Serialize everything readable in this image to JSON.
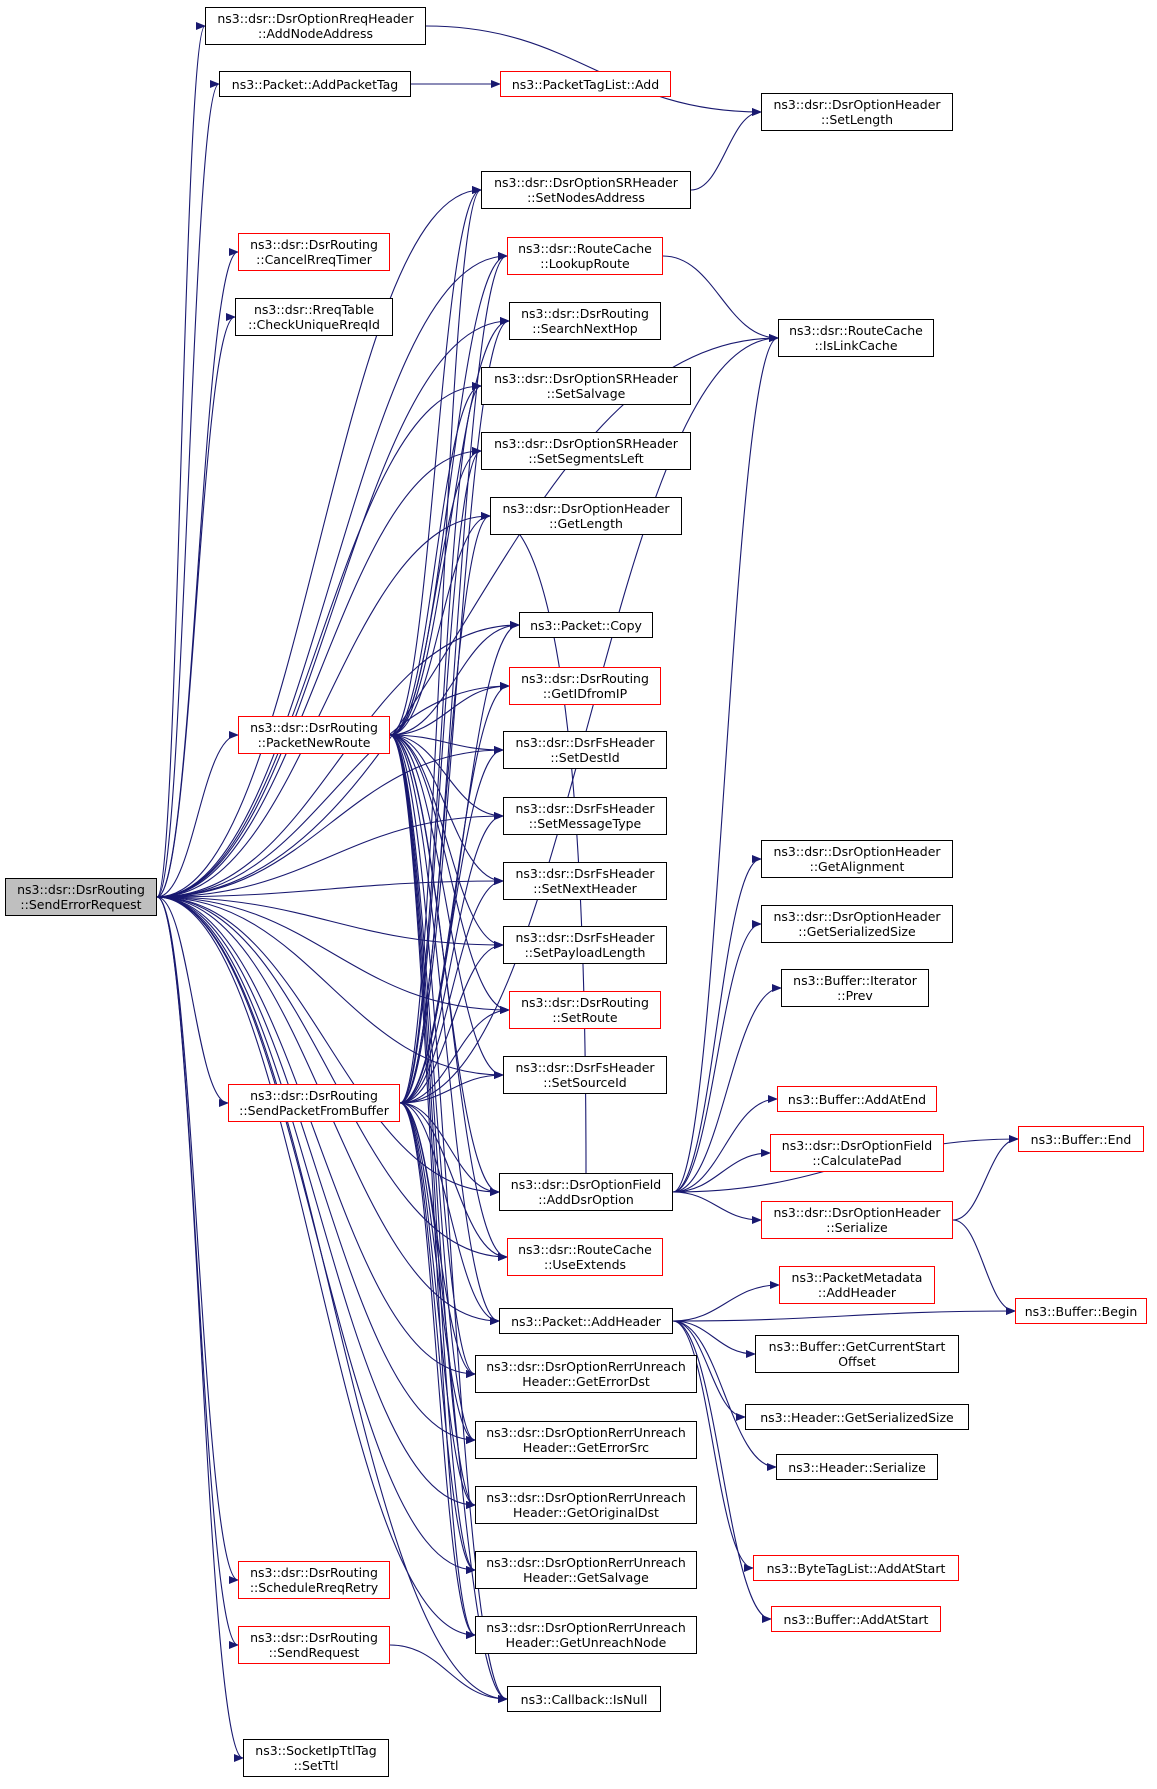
{
  "colors": {
    "edge": "#191970",
    "box_border": "#000000",
    "box_border_incomplete": "#ff0000",
    "root_fill": "#bfbfbf"
  },
  "nodes": {
    "send_error_request": {
      "lines": [
        "ns3::dsr::DsrRouting",
        "::SendErrorRequest"
      ],
      "style": "root"
    },
    "add_node_address": {
      "lines": [
        "ns3::dsr::DsrOptionRreqHeader",
        "::AddNodeAddress"
      ],
      "style": "black"
    },
    "add_packet_tag": {
      "lines": [
        "ns3::Packet::AddPacketTag"
      ],
      "style": "black"
    },
    "packet_tag_list_add": {
      "lines": [
        "ns3::PacketTagList::Add"
      ],
      "style": "red"
    },
    "set_length": {
      "lines": [
        "ns3::dsr::DsrOptionHeader",
        "::SetLength"
      ],
      "style": "black"
    },
    "set_nodes_address": {
      "lines": [
        "ns3::dsr::DsrOptionSRHeader",
        "::SetNodesAddress"
      ],
      "style": "black"
    },
    "cancel_rreq_timer": {
      "lines": [
        "ns3::dsr::DsrRouting",
        "::CancelRreqTimer"
      ],
      "style": "red"
    },
    "lookup_route": {
      "lines": [
        "ns3::dsr::RouteCache",
        "::LookupRoute"
      ],
      "style": "red"
    },
    "check_unique_rreq_id": {
      "lines": [
        "ns3::dsr::RreqTable",
        "::CheckUniqueRreqId"
      ],
      "style": "black"
    },
    "search_next_hop": {
      "lines": [
        "ns3::dsr::DsrRouting",
        "::SearchNextHop"
      ],
      "style": "black"
    },
    "is_link_cache": {
      "lines": [
        "ns3::dsr::RouteCache",
        "::IsLinkCache"
      ],
      "style": "black"
    },
    "set_salvage": {
      "lines": [
        "ns3::dsr::DsrOptionSRHeader",
        "::SetSalvage"
      ],
      "style": "black"
    },
    "set_segments_left": {
      "lines": [
        "ns3::dsr::DsrOptionSRHeader",
        "::SetSegmentsLeft"
      ],
      "style": "black"
    },
    "get_length": {
      "lines": [
        "ns3::dsr::DsrOptionHeader",
        "::GetLength"
      ],
      "style": "black"
    },
    "packet_copy": {
      "lines": [
        "ns3::Packet::Copy"
      ],
      "style": "black"
    },
    "get_id_from_ip": {
      "lines": [
        "ns3::dsr::DsrRouting",
        "::GetIDfromIP"
      ],
      "style": "red"
    },
    "packet_new_route": {
      "lines": [
        "ns3::dsr::DsrRouting",
        "::PacketNewRoute"
      ],
      "style": "red"
    },
    "set_dest_id": {
      "lines": [
        "ns3::dsr::DsrFsHeader",
        "::SetDestId"
      ],
      "style": "black"
    },
    "set_message_type": {
      "lines": [
        "ns3::dsr::DsrFsHeader",
        "::SetMessageType"
      ],
      "style": "black"
    },
    "get_alignment": {
      "lines": [
        "ns3::dsr::DsrOptionHeader",
        "::GetAlignment"
      ],
      "style": "black"
    },
    "set_next_header": {
      "lines": [
        "ns3::dsr::DsrFsHeader",
        "::SetNextHeader"
      ],
      "style": "black"
    },
    "option_get_serialized_size": {
      "lines": [
        "ns3::dsr::DsrOptionHeader",
        "::GetSerializedSize"
      ],
      "style": "black"
    },
    "set_payload_length": {
      "lines": [
        "ns3::dsr::DsrFsHeader",
        "::SetPayloadLength"
      ],
      "style": "black"
    },
    "iterator_prev": {
      "lines": [
        "ns3::Buffer::Iterator",
        "::Prev"
      ],
      "style": "black"
    },
    "set_route": {
      "lines": [
        "ns3::dsr::DsrRouting",
        "::SetRoute"
      ],
      "style": "red"
    },
    "set_source_id": {
      "lines": [
        "ns3::dsr::DsrFsHeader",
        "::SetSourceId"
      ],
      "style": "black"
    },
    "send_packet_from_buffer": {
      "lines": [
        "ns3::dsr::DsrRouting",
        "::SendPacketFromBuffer"
      ],
      "style": "red"
    },
    "buffer_add_at_end": {
      "lines": [
        "ns3::Buffer::AddAtEnd"
      ],
      "style": "red"
    },
    "buffer_end": {
      "lines": [
        "ns3::Buffer::End"
      ],
      "style": "red"
    },
    "calculate_pad": {
      "lines": [
        "ns3::dsr::DsrOptionField",
        "::CalculatePad"
      ],
      "style": "red"
    },
    "add_dsr_option": {
      "lines": [
        "ns3::dsr::DsrOptionField",
        "::AddDsrOption"
      ],
      "style": "black"
    },
    "option_serialize": {
      "lines": [
        "ns3::dsr::DsrOptionHeader",
        "::Serialize"
      ],
      "style": "red"
    },
    "use_extends": {
      "lines": [
        "ns3::dsr::RouteCache",
        "::UseExtends"
      ],
      "style": "red"
    },
    "metadata_add_header": {
      "lines": [
        "ns3::PacketMetadata",
        "::AddHeader"
      ],
      "style": "red"
    },
    "buffer_begin": {
      "lines": [
        "ns3::Buffer::Begin"
      ],
      "style": "red"
    },
    "packet_add_header": {
      "lines": [
        "ns3::Packet::AddHeader"
      ],
      "style": "black"
    },
    "get_current_start_offset": {
      "lines": [
        "ns3::Buffer::GetCurrentStart",
        "Offset"
      ],
      "style": "black"
    },
    "get_error_dst": {
      "lines": [
        "ns3::dsr::DsrOptionRerrUnreach",
        "Header::GetErrorDst"
      ],
      "style": "black"
    },
    "header_get_serialized_size": {
      "lines": [
        "ns3::Header::GetSerializedSize"
      ],
      "style": "black"
    },
    "get_error_src": {
      "lines": [
        "ns3::dsr::DsrOptionRerrUnreach",
        "Header::GetErrorSrc"
      ],
      "style": "black"
    },
    "header_serialize": {
      "lines": [
        "ns3::Header::Serialize"
      ],
      "style": "black"
    },
    "get_original_dst": {
      "lines": [
        "ns3::dsr::DsrOptionRerrUnreach",
        "Header::GetOriginalDst"
      ],
      "style": "black"
    },
    "byte_tag_list_add_at_start": {
      "lines": [
        "ns3::ByteTagList::AddAtStart"
      ],
      "style": "red"
    },
    "schedule_rreq_retry": {
      "lines": [
        "ns3::dsr::DsrRouting",
        "::ScheduleRreqRetry"
      ],
      "style": "red"
    },
    "get_salvage": {
      "lines": [
        "ns3::dsr::DsrOptionRerrUnreach",
        "Header::GetSalvage"
      ],
      "style": "black"
    },
    "buffer_add_at_start": {
      "lines": [
        "ns3::Buffer::AddAtStart"
      ],
      "style": "red"
    },
    "send_request": {
      "lines": [
        "ns3::dsr::DsrRouting",
        "::SendRequest"
      ],
      "style": "red"
    },
    "get_unreach_node": {
      "lines": [
        "ns3::dsr::DsrOptionRerrUnreach",
        "Header::GetUnreachNode"
      ],
      "style": "black"
    },
    "callback_is_null": {
      "lines": [
        "ns3::Callback::IsNull"
      ],
      "style": "black"
    },
    "set_ttl": {
      "lines": [
        "ns3::SocketIpTtlTag",
        "::SetTtl"
      ],
      "style": "black"
    }
  },
  "edges": [
    [
      "send_error_request",
      "add_node_address"
    ],
    [
      "send_error_request",
      "add_packet_tag"
    ],
    [
      "send_error_request",
      "set_nodes_address"
    ],
    [
      "send_error_request",
      "cancel_rreq_timer"
    ],
    [
      "send_error_request",
      "lookup_route"
    ],
    [
      "send_error_request",
      "check_unique_rreq_id"
    ],
    [
      "send_error_request",
      "search_next_hop"
    ],
    [
      "send_error_request",
      "is_link_cache"
    ],
    [
      "send_error_request",
      "set_salvage"
    ],
    [
      "send_error_request",
      "set_segments_left"
    ],
    [
      "send_error_request",
      "get_length"
    ],
    [
      "send_error_request",
      "packet_copy"
    ],
    [
      "send_error_request",
      "get_id_from_ip"
    ],
    [
      "send_error_request",
      "packet_new_route"
    ],
    [
      "send_error_request",
      "set_dest_id"
    ],
    [
      "send_error_request",
      "set_message_type"
    ],
    [
      "send_error_request",
      "set_next_header"
    ],
    [
      "send_error_request",
      "set_payload_length"
    ],
    [
      "send_error_request",
      "set_route"
    ],
    [
      "send_error_request",
      "set_source_id"
    ],
    [
      "send_error_request",
      "send_packet_from_buffer"
    ],
    [
      "send_error_request",
      "add_dsr_option"
    ],
    [
      "send_error_request",
      "use_extends"
    ],
    [
      "send_error_request",
      "packet_add_header"
    ],
    [
      "send_error_request",
      "get_error_dst"
    ],
    [
      "send_error_request",
      "get_error_src"
    ],
    [
      "send_error_request",
      "get_original_dst"
    ],
    [
      "send_error_request",
      "schedule_rreq_retry"
    ],
    [
      "send_error_request",
      "get_salvage"
    ],
    [
      "send_error_request",
      "send_request"
    ],
    [
      "send_error_request",
      "get_unreach_node"
    ],
    [
      "send_error_request",
      "callback_is_null"
    ],
    [
      "send_error_request",
      "set_ttl"
    ],
    [
      "add_node_address",
      "set_length"
    ],
    [
      "add_packet_tag",
      "packet_tag_list_add"
    ],
    [
      "set_nodes_address",
      "set_length"
    ],
    [
      "lookup_route",
      "is_link_cache"
    ],
    [
      "packet_new_route",
      "set_nodes_address"
    ],
    [
      "packet_new_route",
      "lookup_route"
    ],
    [
      "packet_new_route",
      "search_next_hop"
    ],
    [
      "packet_new_route",
      "set_salvage"
    ],
    [
      "packet_new_route",
      "set_segments_left"
    ],
    [
      "packet_new_route",
      "get_length"
    ],
    [
      "packet_new_route",
      "packet_copy"
    ],
    [
      "packet_new_route",
      "get_id_from_ip"
    ],
    [
      "packet_new_route",
      "set_dest_id"
    ],
    [
      "packet_new_route",
      "set_message_type"
    ],
    [
      "packet_new_route",
      "set_next_header"
    ],
    [
      "packet_new_route",
      "set_payload_length"
    ],
    [
      "packet_new_route",
      "set_route"
    ],
    [
      "packet_new_route",
      "set_source_id"
    ],
    [
      "packet_new_route",
      "add_dsr_option"
    ],
    [
      "packet_new_route",
      "use_extends"
    ],
    [
      "packet_new_route",
      "packet_add_header"
    ],
    [
      "packet_new_route",
      "get_error_dst"
    ],
    [
      "packet_new_route",
      "get_error_src"
    ],
    [
      "packet_new_route",
      "get_original_dst"
    ],
    [
      "packet_new_route",
      "get_salvage"
    ],
    [
      "packet_new_route",
      "get_unreach_node"
    ],
    [
      "packet_new_route",
      "callback_is_null"
    ],
    [
      "send_packet_from_buffer",
      "set_nodes_address"
    ],
    [
      "send_packet_from_buffer",
      "lookup_route"
    ],
    [
      "send_packet_from_buffer",
      "search_next_hop"
    ],
    [
      "send_packet_from_buffer",
      "set_salvage"
    ],
    [
      "send_packet_from_buffer",
      "set_segments_left"
    ],
    [
      "send_packet_from_buffer",
      "get_length"
    ],
    [
      "send_packet_from_buffer",
      "packet_copy"
    ],
    [
      "send_packet_from_buffer",
      "get_id_from_ip"
    ],
    [
      "send_packet_from_buffer",
      "set_dest_id"
    ],
    [
      "send_packet_from_buffer",
      "set_message_type"
    ],
    [
      "send_packet_from_buffer",
      "set_next_header"
    ],
    [
      "send_packet_from_buffer",
      "set_payload_length"
    ],
    [
      "send_packet_from_buffer",
      "set_route"
    ],
    [
      "send_packet_from_buffer",
      "set_source_id"
    ],
    [
      "send_packet_from_buffer",
      "is_link_cache"
    ],
    [
      "send_packet_from_buffer",
      "add_dsr_option"
    ],
    [
      "send_packet_from_buffer",
      "use_extends"
    ],
    [
      "send_packet_from_buffer",
      "packet_add_header"
    ],
    [
      "send_packet_from_buffer",
      "get_error_dst"
    ],
    [
      "send_packet_from_buffer",
      "get_error_src"
    ],
    [
      "send_packet_from_buffer",
      "get_original_dst"
    ],
    [
      "send_packet_from_buffer",
      "get_salvage"
    ],
    [
      "send_packet_from_buffer",
      "get_unreach_node"
    ],
    [
      "send_packet_from_buffer",
      "callback_is_null"
    ],
    [
      "add_dsr_option",
      "get_length"
    ],
    [
      "add_dsr_option",
      "is_link_cache"
    ],
    [
      "add_dsr_option",
      "get_alignment"
    ],
    [
      "add_dsr_option",
      "option_get_serialized_size"
    ],
    [
      "add_dsr_option",
      "iterator_prev"
    ],
    [
      "add_dsr_option",
      "buffer_add_at_end"
    ],
    [
      "add_dsr_option",
      "buffer_end"
    ],
    [
      "add_dsr_option",
      "calculate_pad"
    ],
    [
      "add_dsr_option",
      "option_serialize"
    ],
    [
      "option_serialize",
      "buffer_end"
    ],
    [
      "option_serialize",
      "buffer_begin"
    ],
    [
      "packet_add_header",
      "metadata_add_header"
    ],
    [
      "packet_add_header",
      "get_current_start_offset"
    ],
    [
      "packet_add_header",
      "header_get_serialized_size"
    ],
    [
      "packet_add_header",
      "header_serialize"
    ],
    [
      "packet_add_header",
      "buffer_begin"
    ],
    [
      "packet_add_header",
      "byte_tag_list_add_at_start"
    ],
    [
      "packet_add_header",
      "buffer_add_at_start"
    ],
    [
      "send_request",
      "callback_is_null"
    ]
  ]
}
